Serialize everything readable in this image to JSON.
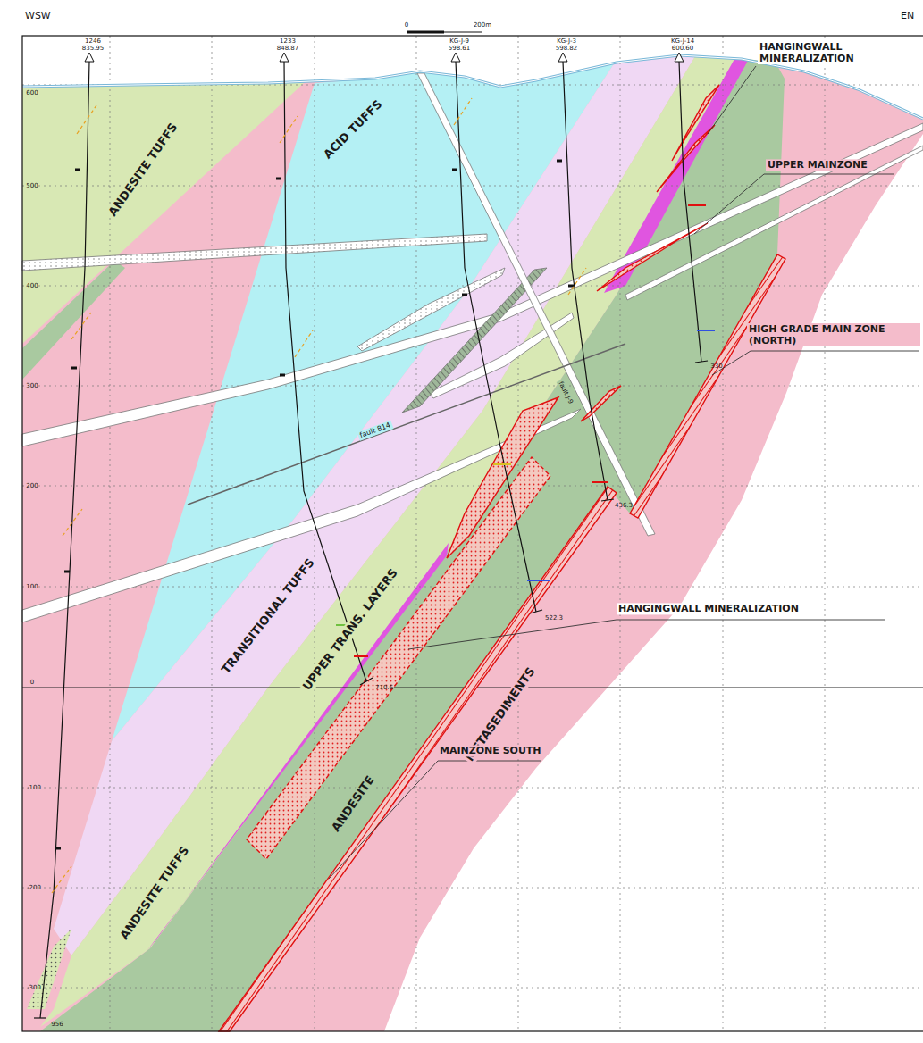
{
  "diagram": {
    "labels": [
      "WSW",
      "EN",
      "0",
      "200m",
      "1246",
      "835.95",
      "1233",
      "848.87",
      "KG-J-9",
      "598.61",
      "KG-J-3",
      "598.82",
      "KG-J-14",
      "600.60",
      "ANDESITE TUFFS",
      "ACID TUFFS",
      "TRANSITIONAL TUFFS",
      "UPPER TRANS. LAYERS",
      "ANDESITE TUFFS",
      "ANDESITE",
      "METASEDIMENTS",
      "fault 814",
      "fault J-9",
      "HANGINGWALL MINERALIZATION",
      "UPPER MAINZONE",
      "HIGH GRADE MAIN ZONE (NORTH)",
      "HANGINGWALL MINERALIZATION",
      "MAINZONE SOUTH",
      "600",
      "500",
      "400",
      "300",
      "200",
      "100",
      "0",
      "-100",
      "-200",
      "-300",
      "956",
      "710.6",
      "522.3",
      "436.3",
      "330"
    ]
  }
}
